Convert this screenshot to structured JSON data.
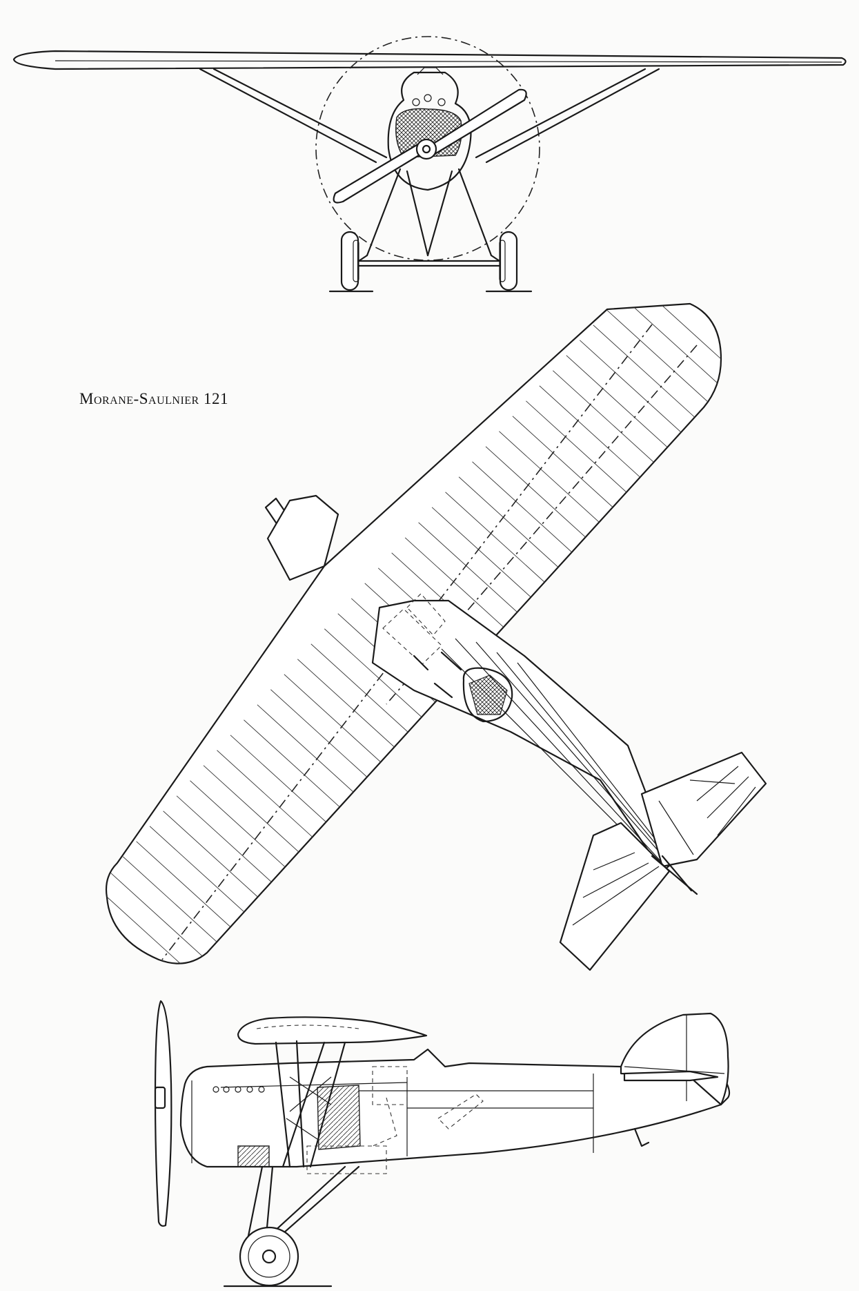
{
  "caption": "Morane-Saulnier 121",
  "colors": {
    "ink": "#1a1a1a",
    "paper": "#fbfbfa"
  },
  "views": [
    "front-view",
    "plan-view",
    "side-view"
  ]
}
